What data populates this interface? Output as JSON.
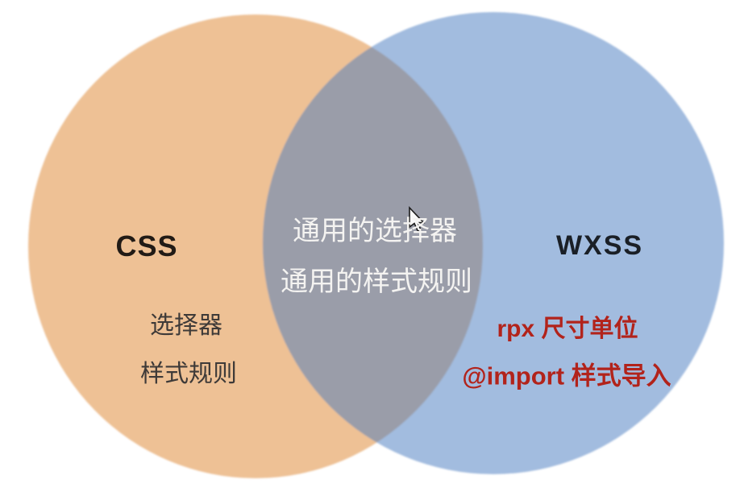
{
  "diagram": {
    "type": "venn",
    "background": "#ffffff",
    "left_circle": {
      "label": "CSS",
      "items": [
        "选择器",
        "样式规则"
      ],
      "fill": "#eec195",
      "label_color": "#211b16",
      "item_color": "#3e3a38"
    },
    "right_circle": {
      "label": "WXSS",
      "items": [
        "rpx 尺寸单位",
        "@import 样式导入"
      ],
      "fill": "#a2bcdf",
      "label_color": "#1a1f26",
      "item_color": "#b2231b"
    },
    "overlap": {
      "items": [
        "通用的选择器",
        "通用的样式规则"
      ],
      "fill": "#9a9da9",
      "text_color": "#f4f3f1"
    },
    "cursor": {
      "icon": "arrow-cursor"
    }
  }
}
